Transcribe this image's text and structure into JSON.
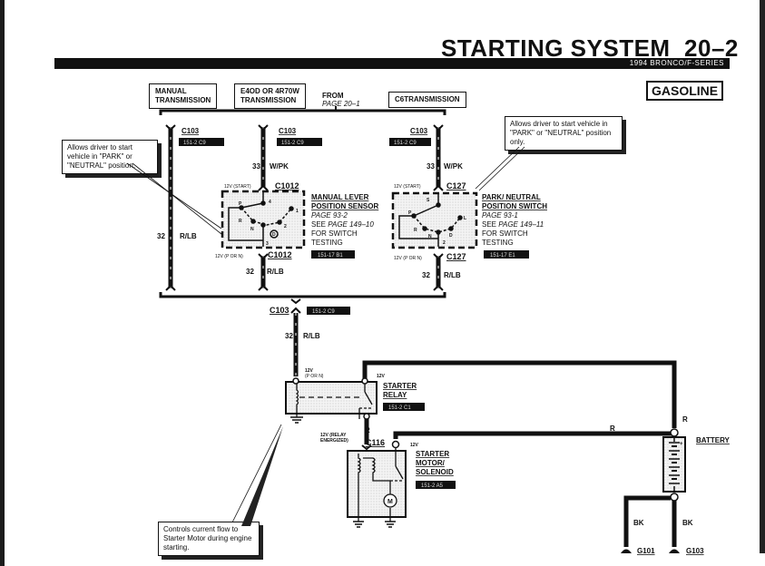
{
  "header": {
    "title": "STARTING SYSTEM",
    "page_number": "20–2",
    "subtitle": "1994 BRONCO/F-SERIES",
    "fuel_badge": "GASOLINE"
  },
  "transmission_labels": {
    "manual": [
      "MANUAL",
      "TRANSMISSION"
    ],
    "e4od": [
      "E4OD OR 4R70W",
      "TRANSMISSION"
    ],
    "c6": "C6TRANSMISSION",
    "from_label": "FROM",
    "from_page": "PAGE 20–1"
  },
  "connectors": {
    "c103_left": {
      "name": "C103",
      "ref": "151-2 C9"
    },
    "c103_mid": {
      "name": "C103",
      "ref": "151-2 C9"
    },
    "c103_right": {
      "name": "C103",
      "ref": "151-2 C9"
    },
    "c103_bottom": {
      "name": "C103",
      "ref": "151-2 C9"
    },
    "c1012_top": "C1012",
    "c1012_bottom": "C1012",
    "c127_top": "C127",
    "c127_bottom": "C127",
    "c116": "C116"
  },
  "wires": {
    "w33_mid": {
      "circuit": "33",
      "color": "W/PK"
    },
    "w33_right": {
      "circuit": "33",
      "color": "W/PK"
    },
    "w32_left": {
      "circuit": "32",
      "color": "R/LB"
    },
    "w32_mid": {
      "circuit": "32",
      "color": "R/LB"
    },
    "w32_right": {
      "circuit": "32",
      "color": "R/LB"
    },
    "w32_bottom": {
      "circuit": "32",
      "color": "R/LB"
    },
    "relay_to_solenoid": "R",
    "battery_to_solenoid": "R",
    "battery_to_relay": "R",
    "ground_left": "BK",
    "ground_right": "BK"
  },
  "voltages": {
    "mlps_start": "12V (START)",
    "mlps_pn": "12V (P OR N)",
    "pnp_start": "12V (START)",
    "pnp_pn": "12V (P OR N)",
    "relay_coil": [
      "12V",
      "(P OR N)"
    ],
    "relay_contact": "12V",
    "relay_energized": [
      "12V (RELAY",
      "ENERGIZED)"
    ],
    "solenoid": "12V"
  },
  "components": {
    "mlps": {
      "name": [
        "MANUAL LEVER",
        "POSITION SENSOR"
      ],
      "page": "PAGE 93-2",
      "see": "SEE",
      "see_page": "PAGE 149–10",
      "testing": [
        "FOR SWITCH",
        "TESTING"
      ],
      "ref": "151-17 B1",
      "positions": [
        "P",
        "R",
        "N",
        "D",
        "2",
        "1",
        "4",
        "3"
      ]
    },
    "pnp": {
      "name": [
        "PARK/ NEUTRAL",
        "POSITION SWITCH"
      ],
      "page": "PAGE 93-1",
      "see": "SEE",
      "see_page": "PAGE 149–11",
      "testing": [
        "FOR SWITCH",
        "TESTING"
      ],
      "ref": "151-17 E1",
      "positions": [
        "P",
        "R",
        "N",
        "D",
        "L",
        "S",
        "2"
      ]
    },
    "starter_relay": {
      "name": [
        "STARTER",
        "RELAY"
      ],
      "ref": "151-2 C1"
    },
    "starter_motor": {
      "name": [
        "STARTER",
        "MOTOR/",
        "SOLENOID"
      ],
      "ref": "151-2 A5",
      "motor_symbol": "M"
    },
    "battery": {
      "name": "BATTERY",
      "polarity": "+"
    },
    "grounds": [
      "G101",
      "G103"
    ]
  },
  "notes": {
    "left": "Allows driver to start vehicle in \"PARK\" or \"NEUTRAL\" position.",
    "right": "Allows driver to start vehicle in \"PARK\" or \"NEUTRAL\" position only.",
    "bottom": "Controls current flow to Starter Motor during engine starting."
  }
}
